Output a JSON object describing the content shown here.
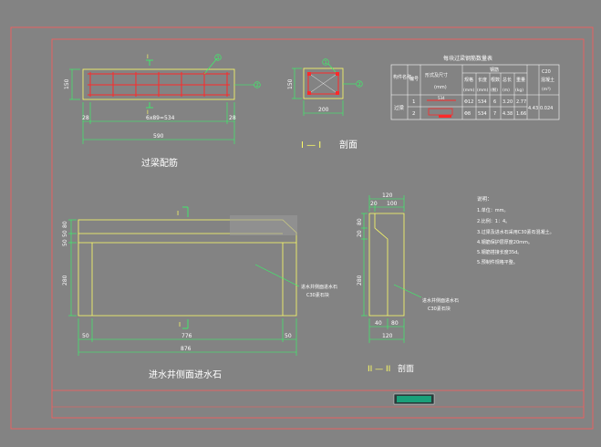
{
  "colors": {
    "background": "#838383",
    "frame": "#ff5a5a",
    "outline": "#ffff66",
    "dimension": "#22ff55",
    "rebar": "#ff2a2a",
    "text": "#ffffff",
    "label": "#ffff66"
  },
  "beam_elevation": {
    "marker_top": "I",
    "marker_bottom": "I",
    "callout_1": "1",
    "callout_2": "2",
    "height_dim": "150",
    "left_end": "28",
    "right_end": "28",
    "spacing_dim": "6x89=534",
    "overall_dim": "590",
    "title": "过梁配筋"
  },
  "beam_section": {
    "height_dim": "150",
    "width_dim": "200",
    "callout_1": "1",
    "callout_2": "2",
    "title_roman": "I — I",
    "title": "剖面"
  },
  "rebar_table": {
    "title": "每块过梁钢筋数量表",
    "header_component": "构件名称",
    "header_no": "编号",
    "header_shape": "形式及尺寸",
    "header_unit": "(mm)",
    "header_group": "钢筋",
    "sub_headers": [
      "规格",
      "长度",
      "根数",
      "总长",
      "重量"
    ],
    "sub_units": [
      "(mm)",
      "(mm)",
      "(根)",
      "(m)",
      "(kg)"
    ],
    "header_concrete": "C20",
    "header_concrete_sub": "混凝土",
    "header_concrete_unit": "(m³)",
    "row_label": "过梁",
    "rows": [
      {
        "no": "1",
        "shape": "534",
        "spec": "Φ12",
        "length": "534",
        "count": "6",
        "total": "3.20",
        "weight": "2.77"
      },
      {
        "no": "2",
        "shape": "",
        "spec": "Φ8",
        "length": "534",
        "count": "7",
        "total": "4.38",
        "weight": "1.66"
      }
    ],
    "sum_weight": "4.43",
    "concrete_volume": "0.024"
  },
  "curb_stone": {
    "marker_top": "I",
    "marker_bottom": "I",
    "left_dims": [
      "80",
      "50",
      "50"
    ],
    "height_dim": "280",
    "annotation_line1": "进水井侧面进水石",
    "annotation_line2": "C30素石块",
    "bottom_left": "50",
    "bottom_mid": "776",
    "bottom_right": "50",
    "overall": "876",
    "title": "进水井侧面进水石"
  },
  "curb_section": {
    "top_dim": "120",
    "top_sub_left": "20",
    "top_sub_right": "100",
    "left_dims": [
      "80",
      "20"
    ],
    "height_dim": "280",
    "annotation_line1": "进水井侧面进水石",
    "annotation_line2": "C30素石块",
    "bottom_left": "40",
    "bottom_right": "80",
    "bottom_total": "120",
    "title_roman": "II — II",
    "title": "剖面"
  },
  "notes": {
    "heading": "说明：",
    "items": [
      "1.单位：mm。",
      "2.比例：1：4。",
      "3.过梁及进水石采用C30素石混凝土。",
      "4.钢筋保护层厚度20mm。",
      "5.钢筋搭接长度35d。",
      "5.预制件规格平整。"
    ]
  },
  "title_block": {
    "stamp": "▒▒▒▒▒▒▒"
  }
}
